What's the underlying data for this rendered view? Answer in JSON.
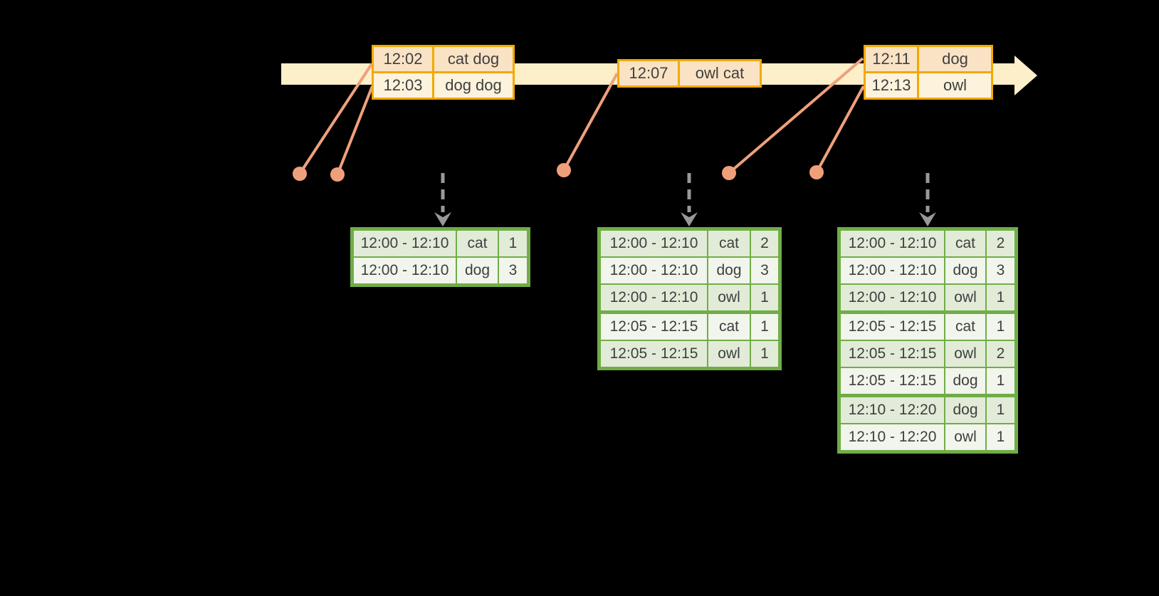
{
  "colors": {
    "background": "#000000",
    "timeline_band": "#FCEFC9",
    "event_border": "#F2A900",
    "event_row_peach": "#FAE3C4",
    "event_row_cream": "#FDF3DD",
    "connector": "#EFA07B",
    "arrow_gray": "#999999",
    "result_border": "#70AD47",
    "result_row_green": "#E2EBD8",
    "result_row_light": "#F1F5EC",
    "text_dark": "#3F3F3F"
  },
  "icons": {
    "timeline_arrowhead": "css-triangle-right",
    "trigger_arrowhead": "svg-stealth-chevron-down"
  },
  "event_tables": [
    {
      "rows": [
        {
          "time": "12:02",
          "words": "cat dog"
        },
        {
          "time": "12:03",
          "words": "dog dog"
        }
      ]
    },
    {
      "rows": [
        {
          "time": "12:07",
          "words": "owl cat"
        }
      ]
    },
    {
      "rows": [
        {
          "time": "12:11",
          "words": "dog"
        },
        {
          "time": "12:13",
          "words": "owl"
        }
      ]
    }
  ],
  "result_tables": [
    {
      "rows": [
        {
          "window": "12:00 - 12:10",
          "word": "cat",
          "count": "1"
        },
        {
          "window": "12:00 - 12:10",
          "word": "dog",
          "count": "3"
        }
      ]
    },
    {
      "rows": [
        {
          "window": "12:00 - 12:10",
          "word": "cat",
          "count": "2"
        },
        {
          "window": "12:00 - 12:10",
          "word": "dog",
          "count": "3"
        },
        {
          "window": "12:00 - 12:10",
          "word": "owl",
          "count": "1"
        },
        {
          "window": "12:05 - 12:15",
          "word": "cat",
          "count": "1"
        },
        {
          "window": "12:05 - 12:15",
          "word": "owl",
          "count": "1"
        }
      ]
    },
    {
      "rows": [
        {
          "window": "12:00 - 12:10",
          "word": "cat",
          "count": "2"
        },
        {
          "window": "12:00 - 12:10",
          "word": "dog",
          "count": "3"
        },
        {
          "window": "12:00 - 12:10",
          "word": "owl",
          "count": "1"
        },
        {
          "window": "12:05 - 12:15",
          "word": "cat",
          "count": "1"
        },
        {
          "window": "12:05 - 12:15",
          "word": "owl",
          "count": "2"
        },
        {
          "window": "12:05 - 12:15",
          "word": "dog",
          "count": "1"
        },
        {
          "window": "12:10 - 12:20",
          "word": "dog",
          "count": "1"
        },
        {
          "window": "12:10 - 12:20",
          "word": "owl",
          "count": "1"
        }
      ]
    }
  ]
}
